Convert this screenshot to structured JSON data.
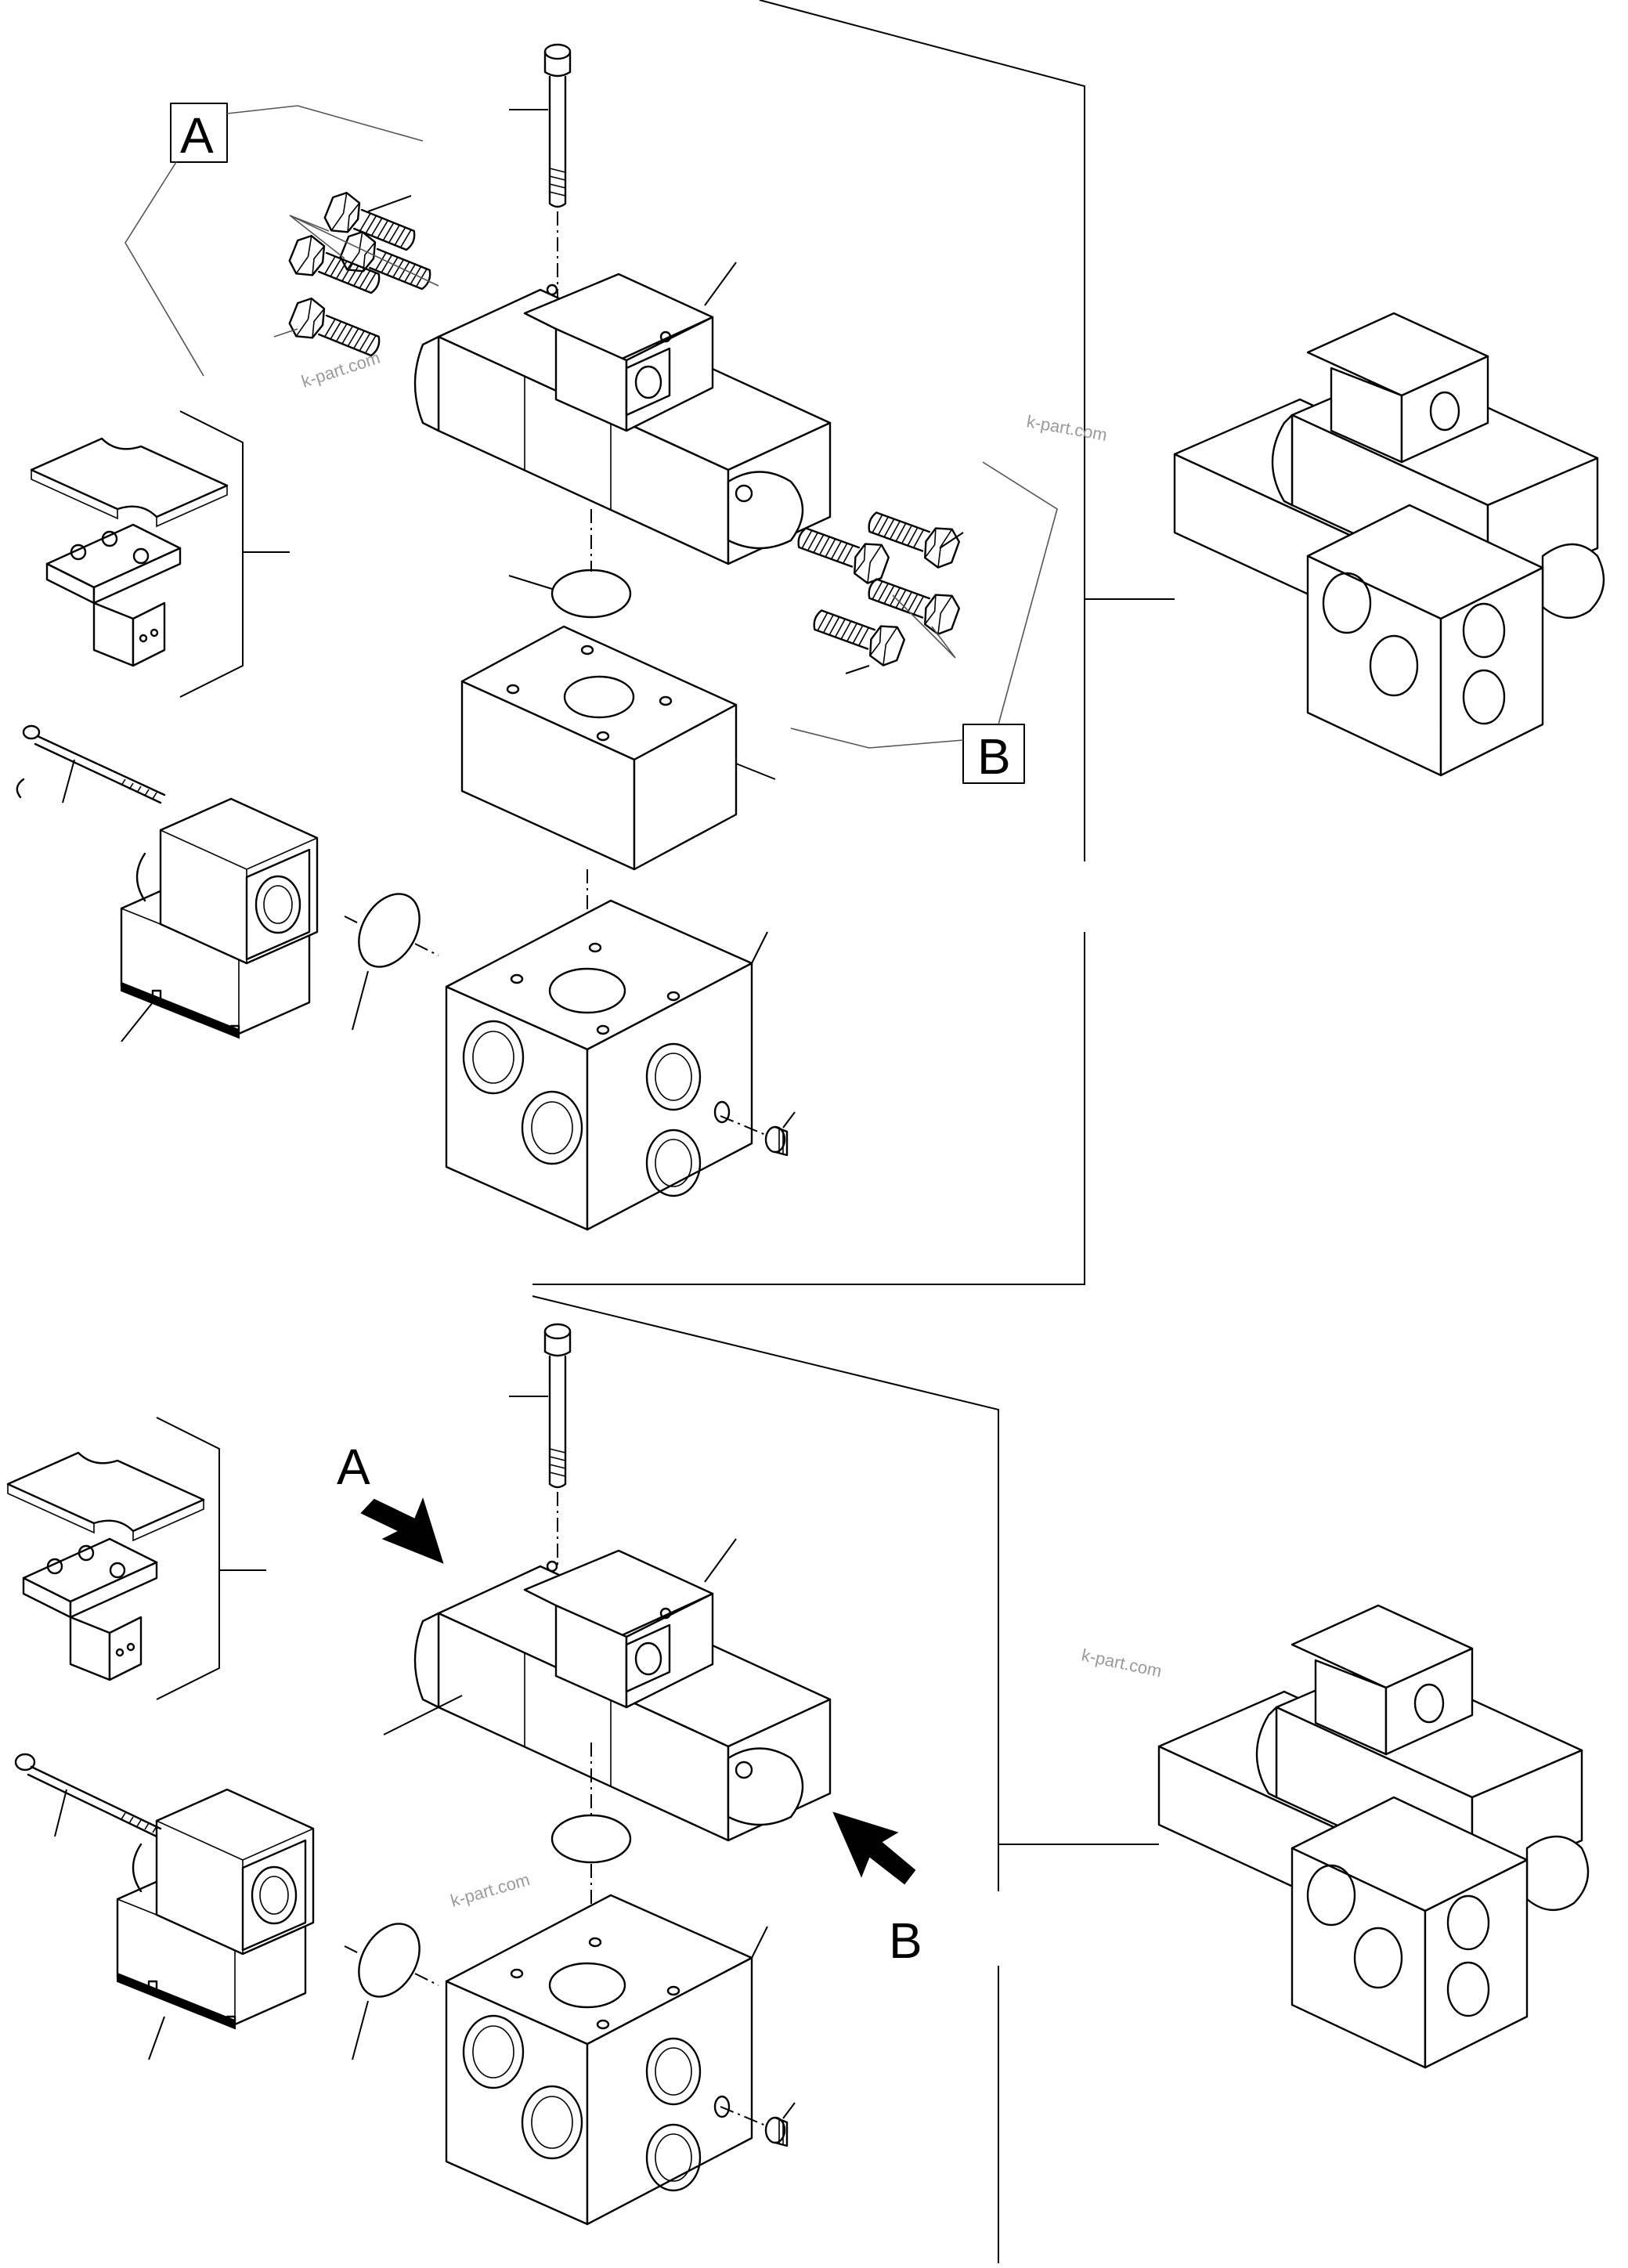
{
  "diagram": {
    "view_labels": {
      "top_a": "A",
      "top_b": "B",
      "bottom_a": "A",
      "bottom_b": "B"
    },
    "watermarks": [
      "k-part.com",
      "k-part.com",
      "k-part.com",
      "k-part.com"
    ]
  }
}
